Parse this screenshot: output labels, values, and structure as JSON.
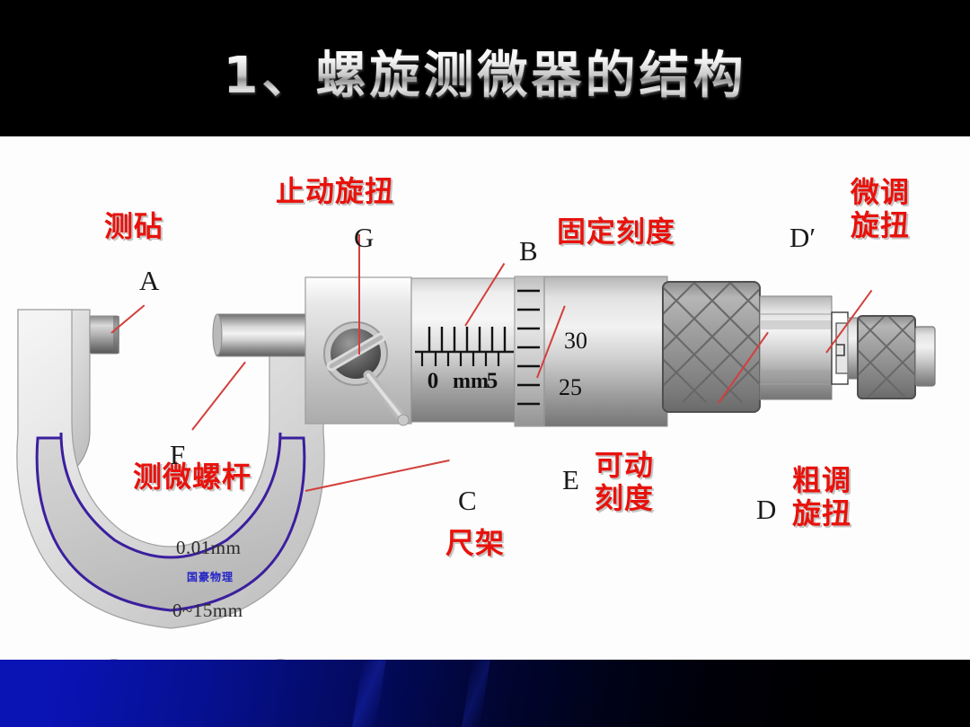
{
  "slide": {
    "title": "1、螺旋测微器的结构",
    "background_color": "#ffffff",
    "title_band_color": "#000000",
    "accent_color": "#e8120c",
    "frame_outline_color": "#3b1f9e",
    "footer_gradient_from": "#0a13b4",
    "footer_gradient_to": "#000000"
  },
  "labels": {
    "anvil": {
      "cn": "测砧",
      "letter": "A"
    },
    "lock_knob": {
      "cn": "止动旋扭",
      "letter": "G"
    },
    "fixed_scale": {
      "cn": "固定刻度",
      "letter": "B"
    },
    "fine_knob": {
      "cn": "微调\n旋扭",
      "letter": "D′"
    },
    "spindle": {
      "cn": "测微螺杆",
      "letter": "F"
    },
    "frame": {
      "cn": "尺架",
      "letter": "C"
    },
    "movable_scale": {
      "cn": "可动\n刻度",
      "letter": "E"
    },
    "coarse_knob": {
      "cn": "粗调\n旋扭",
      "letter": "D"
    }
  },
  "instrument": {
    "sleeve_scale": {
      "zero_label": "0",
      "unit_label": "mm",
      "five_label": "5",
      "major_ticks": 8
    },
    "thimble_scale": {
      "upper_value": "30",
      "lower_value": "25",
      "tick_count": 7
    },
    "frame_markings": {
      "precision": "0.01mm",
      "brand": "国豪物理",
      "range": "0~15mm"
    }
  },
  "icons": {
    "anvil": "anvil-icon",
    "spindle": "spindle-icon",
    "lock_screw": "lock-screw-icon",
    "knurl": "knurled-knob-icon",
    "screw": "slotted-screw-icon"
  }
}
